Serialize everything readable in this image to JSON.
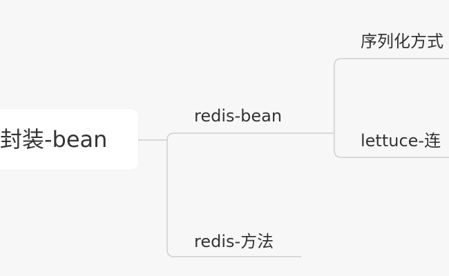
{
  "root": {
    "label": "封装-bean"
  },
  "branches": [
    {
      "label": "redis-bean",
      "children": [
        {
          "label": "序列化方式"
        },
        {
          "label": "lettuce-连"
        }
      ]
    },
    {
      "label": "redis-方法",
      "children": []
    }
  ],
  "colors": {
    "background": "#f7f7f7",
    "node": "#ffffff",
    "connector": "#cfcfcf",
    "text": "#333333"
  }
}
